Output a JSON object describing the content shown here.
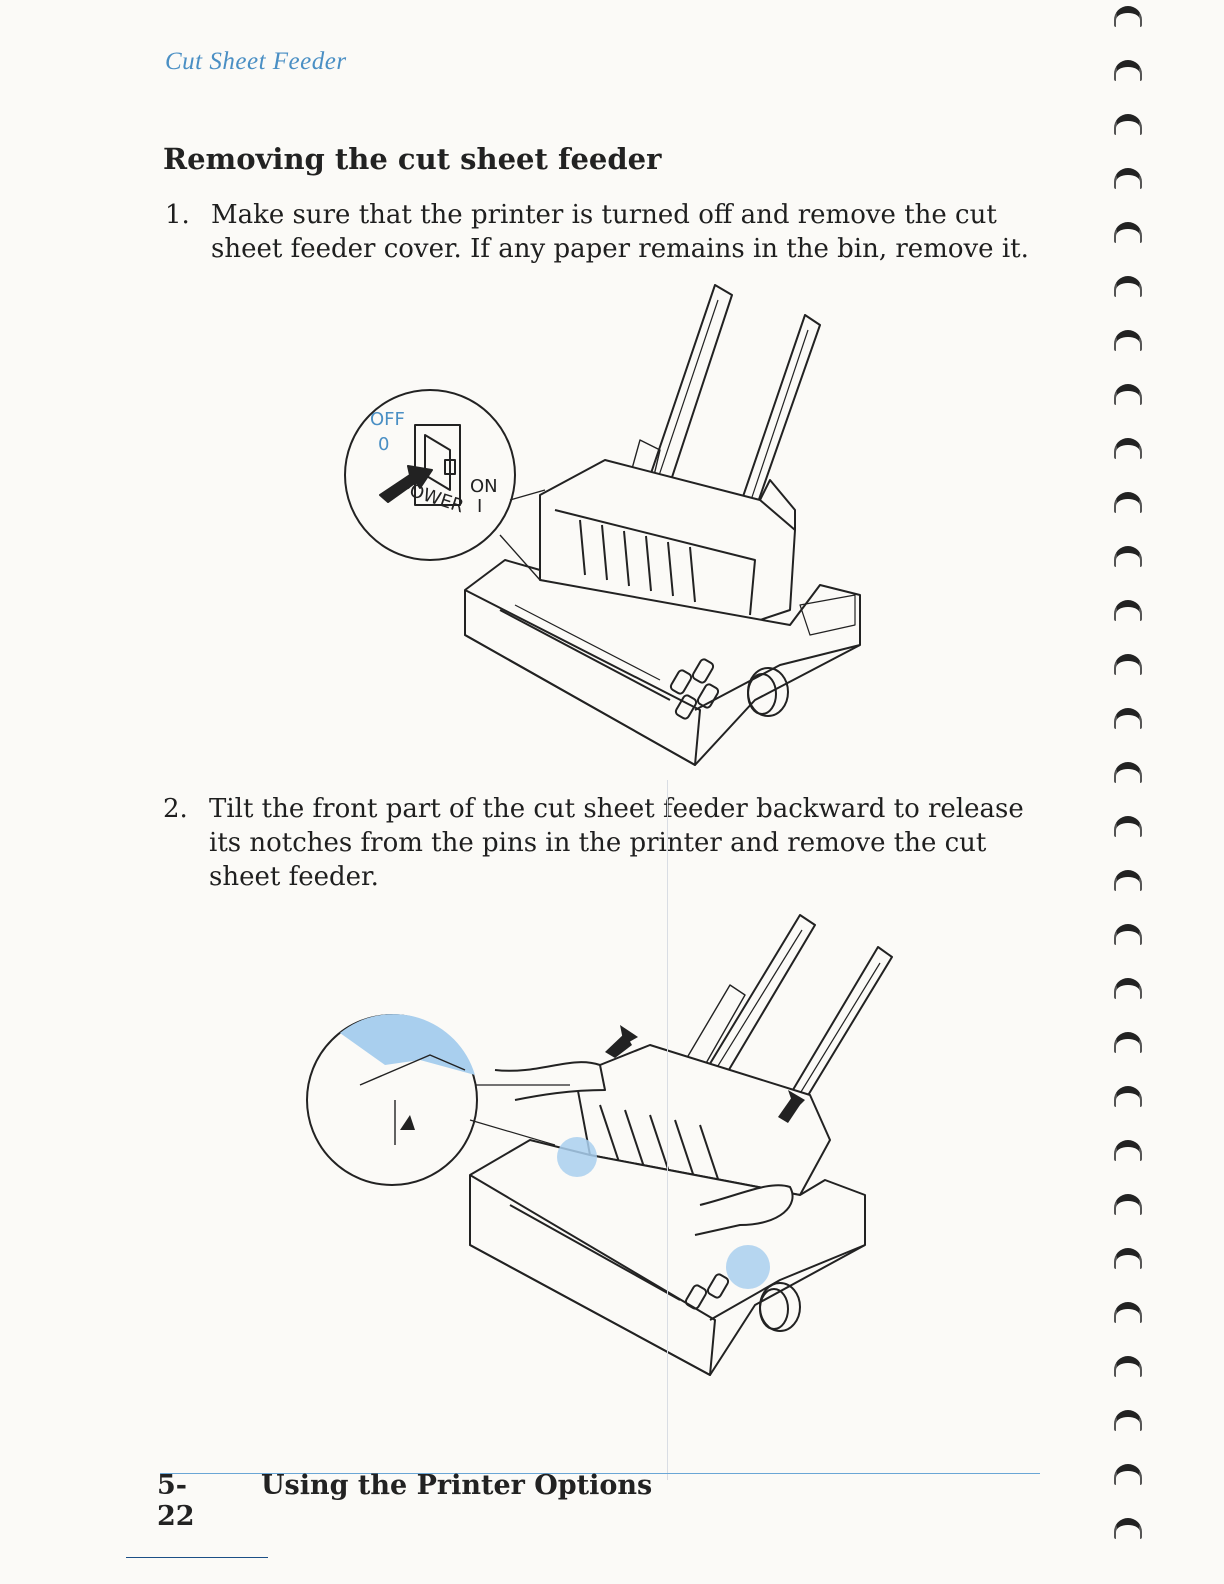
{
  "header": {
    "running_title": "Cut Sheet Feeder"
  },
  "section": {
    "title": "Removing the cut sheet feeder"
  },
  "steps": [
    {
      "number": "1.",
      "text": "Make sure that the printer is turned off and remove the cut sheet feeder cover. If any paper remains in the bin, remove it."
    },
    {
      "number": "2.",
      "text": "Tilt the front part of the cut sheet feeder backward to release its notches from the pins in the printer and remove the cut sheet feeder."
    }
  ],
  "figure1": {
    "switch_off": "OFF",
    "switch_zero": "0",
    "switch_on": "ON",
    "switch_one": "I",
    "switch_power": "POWER"
  },
  "footer": {
    "page_number": "5-22",
    "chapter_title": "Using the Printer Options"
  },
  "colors": {
    "accent": "#4a8fc4",
    "highlight": "#a9cfee"
  },
  "icons": {
    "arrow": "bold-arrow-icon",
    "binding": "spiral-ring-icon"
  }
}
